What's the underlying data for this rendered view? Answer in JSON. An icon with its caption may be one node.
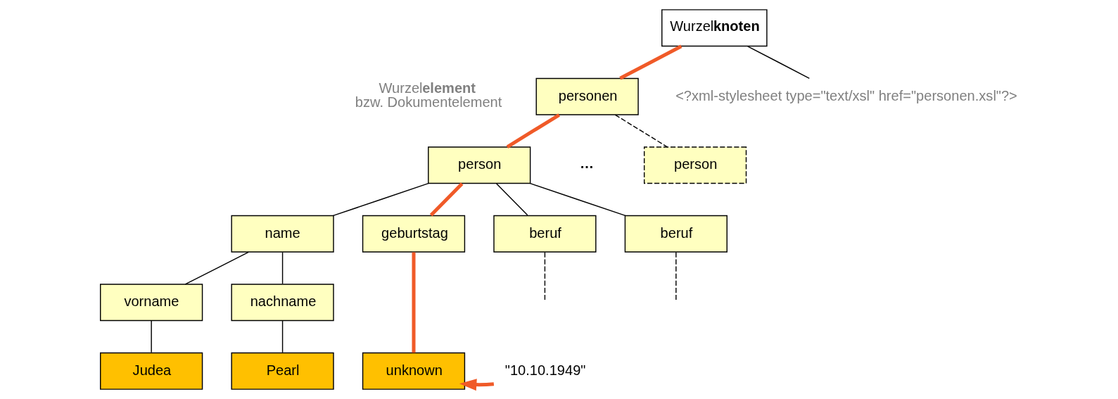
{
  "diagram": {
    "nodes": [
      {
        "text": [
          "Wurzel**knoten**"
        ]
      },
      {
        "text": [
          "personen"
        ],
        "beside": [
          "Wurzel**element** bzw. Dokumentelement"
        ]
      },
      {
        "text": [
          "<?xml-stylesheet type=\"text/xsl\" href=\"personen.xsl\"?>"
        ]
      },
      {
        "text": [
          "person"
        ]
      },
      {
        "text": [
          "person"
        ]
      },
      {
        "text": [
          "name"
        ]
      },
      {
        "text": [
          "geburtstag"
        ]
      },
      {
        "text": [
          "beruf"
        ]
      },
      {
        "text": [
          "beruf"
        ]
      },
      {
        "text": [
          "vorname"
        ]
      },
      {
        "text": [
          "nachname"
        ]
      },
      {
        "text": [
          "Judea"
        ]
      },
      {
        "text": [
          "Pearl"
        ]
      },
      {
        "text": [
          "unknown"
        ]
      },
      {
        "text": [
          "\"10.10.1949\""
        ]
      }
    ],
    "edges": [
      {
        "from": 0,
        "to": 1,
        "arrow": "none",
        "style": "thick",
        "color": "#f05a28"
      },
      {
        "from": 0,
        "to": 2,
        "arrow": "none"
      },
      {
        "from": 1,
        "to": 3,
        "arrow": "none",
        "style": "thick",
        "color": "#f05a28"
      },
      {
        "from": 1,
        "to": 4,
        "arrow": "none",
        "style": "dashed"
      },
      {
        "from": 3,
        "to": 5,
        "arrow": "none"
      },
      {
        "from": 3,
        "to": 6,
        "arrow": "none",
        "style": "thick",
        "color": "#f05a28"
      },
      {
        "from": 3,
        "to": 7,
        "arrow": "none"
      },
      {
        "from": 3,
        "to": 8,
        "arrow": "none"
      },
      {
        "from": 5,
        "to": 9,
        "arrow": "none"
      },
      {
        "from": 5,
        "to": 10,
        "arrow": "none"
      },
      {
        "from": 9,
        "to": 11,
        "arrow": "none"
      },
      {
        "from": 10,
        "to": 12,
        "arrow": "none"
      },
      {
        "from": 6,
        "to": 13,
        "arrow": "none",
        "style": "thick",
        "color": "#f05a28"
      },
      {
        "from": 7,
        "to": null,
        "arrow": "none",
        "style": "dashed"
      },
      {
        "from": 8,
        "to": null,
        "arrow": "none",
        "style": "dashed"
      },
      {
        "from": 14,
        "to": 13,
        "arrow": "to",
        "style": "thick",
        "color": "#f05a28"
      }
    ],
    "labels": [
      "…"
    ]
  }
}
